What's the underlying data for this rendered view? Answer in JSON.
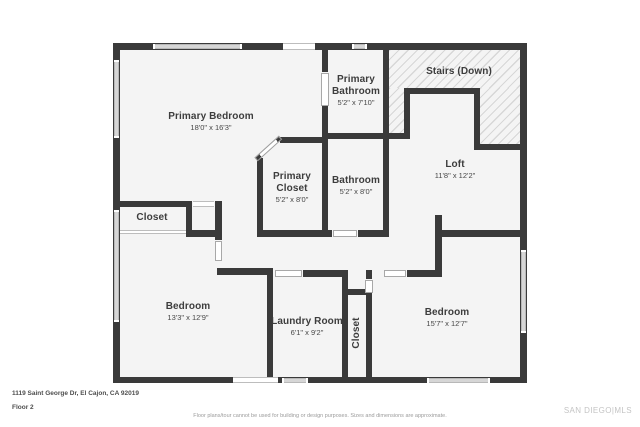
{
  "plan": {
    "rooms": {
      "primary_bedroom": {
        "name": "Primary Bedroom",
        "dims": "18'0\" x 16'3\""
      },
      "primary_bathroom": {
        "name": "Primary Bathroom",
        "dims": "5'2\" x 7'10\""
      },
      "stairs": {
        "name": "Stairs (Down)"
      },
      "loft": {
        "name": "Loft",
        "dims": "11'8\" x 12'2\""
      },
      "primary_closet": {
        "name": "Primary Closet",
        "dims": "5'2\" x 8'0\""
      },
      "bathroom": {
        "name": "Bathroom",
        "dims": "5'2\" x 8'0\""
      },
      "closet_left": {
        "name": "Closet"
      },
      "bedroom_left": {
        "name": "Bedroom",
        "dims": "13'3\" x 12'9\""
      },
      "laundry": {
        "name": "Laundry Room",
        "dims": "6'1\" x 9'2\""
      },
      "closet_hall": {
        "name": "Closet"
      },
      "bedroom_right": {
        "name": "Bedroom",
        "dims": "15'7\" x 12'7\""
      }
    }
  },
  "footer": {
    "address": "1119 Saint George Dr, El Cajon, CA 92019",
    "floor": "Floor 2",
    "disclaimer": "Floor plans/tour cannot be used for building or design purposes. Sizes and dimensions are approximate.",
    "brand": "SAN DIEGO|MLS"
  },
  "colors": {
    "wall": "#3a3a3a",
    "floor": "#f4f4f4",
    "window": "#d6d6d6",
    "text": "#3d3d3d"
  }
}
